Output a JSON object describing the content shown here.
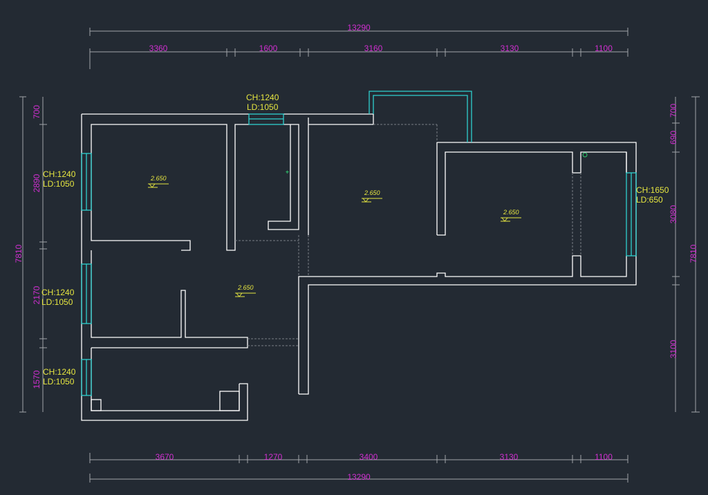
{
  "dimensions": {
    "top_total": "13290",
    "top_segments": [
      "3360",
      "1600",
      "3160",
      "3130",
      "1100"
    ],
    "bottom_total": "13290",
    "bottom_segments": [
      "3670",
      "1270",
      "3400",
      "3130",
      "1100"
    ],
    "left_total": "7810",
    "left_segments": [
      "700",
      "2890",
      "2170",
      "1570"
    ],
    "right_total": "7810",
    "right_segments": [
      "700",
      "690",
      "3080",
      "3100"
    ]
  },
  "windows": [
    {
      "ch": "CH:1240",
      "ld": "LD:1050"
    },
    {
      "ch": "CH:1240",
      "ld": "LD:1050"
    },
    {
      "ch": "CH:1240",
      "ld": "LD:1050"
    },
    {
      "ch": "CH:1240",
      "ld": "LD:1050"
    },
    {
      "ch": "CH:1650",
      "ld": "LD:650"
    }
  ],
  "levels": [
    "2.650",
    "2.650",
    "2.650",
    "2.650"
  ],
  "colors": {
    "background": "#232a33",
    "wall": "#ffffff",
    "dimension_text": "#d02fd0",
    "annotation_text": "#e6e640",
    "window": "#2ed0d0"
  }
}
